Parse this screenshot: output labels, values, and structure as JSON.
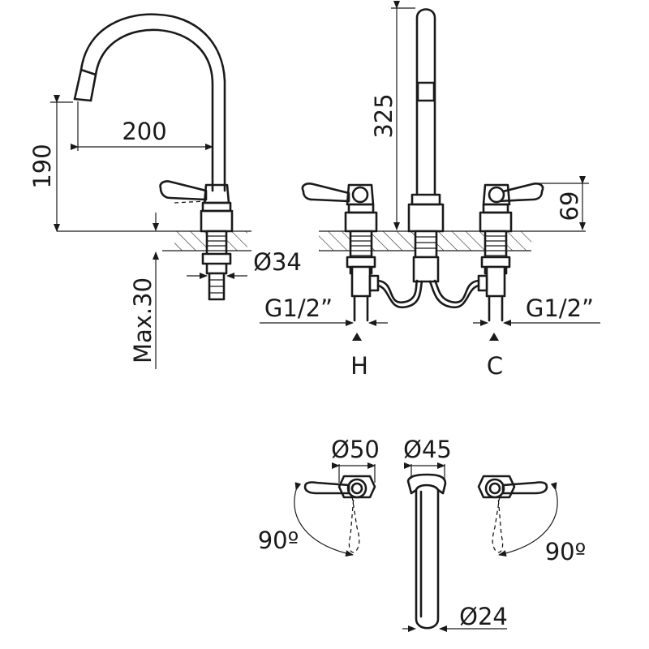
{
  "dimensions": {
    "spout_reach": "200",
    "spout_height": "190",
    "mounting_hole_diameter": "Ø34",
    "max_deck_thickness": "Max.30",
    "overall_height": "325",
    "handle_height": "69",
    "connection_left": "G1/2”",
    "connection_right": "G1/2”",
    "handle_base_diameter": "Ø50",
    "spout_base_diameter": "Ø45",
    "spout_tube_diameter": "Ø24",
    "rotation_left": "90º",
    "rotation_right": "90º"
  },
  "labels": {
    "hot": "H",
    "cold": "C"
  }
}
